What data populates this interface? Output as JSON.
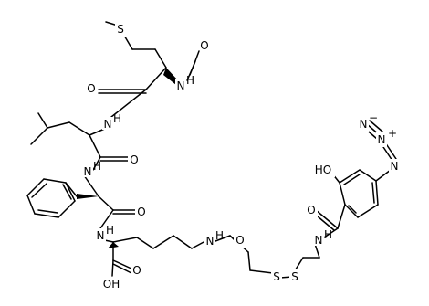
{
  "molecule": {
    "labels": {
      "oxygen": "O",
      "nitrogen": "N",
      "sulfur": "S",
      "hydroxyl": "OH",
      "hydroxyl_left": "HO",
      "amine": "H",
      "n_minus": "N",
      "minus": "−",
      "n_plus": "N",
      "plus": "+"
    }
  }
}
